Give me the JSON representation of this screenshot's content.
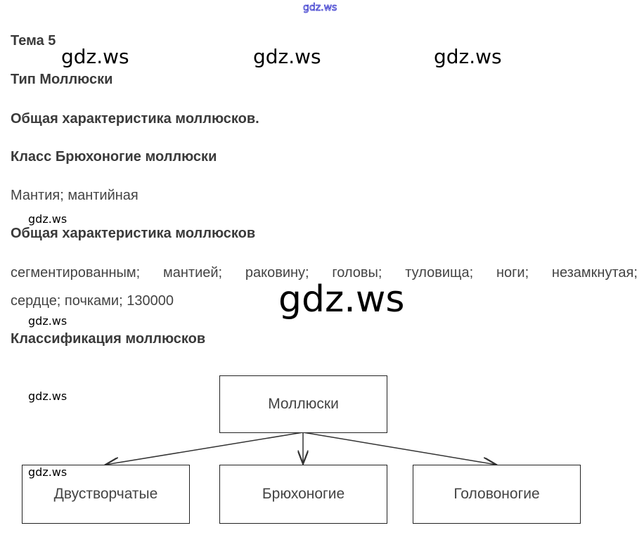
{
  "watermark": "gdz.ws",
  "headings": [
    "Тема 5",
    "Тип Моллюски",
    "Общая характеристика моллюсков.",
    "Класс Брюхоногие моллюски",
    "Общая характеристика моллюсков",
    "Классификация моллюсков"
  ],
  "answers": {
    "mantle": "Мантия; мантийная",
    "line1": [
      "сегментированным;",
      "мантией;",
      "раковину;",
      "головы;",
      "туловища;",
      "ноги;",
      "незамкнутая;"
    ],
    "line2": "сердце; почками; 130000"
  },
  "diagram": {
    "root": "Моллюски",
    "children": [
      "Двустворчатые",
      "Брюхоногие",
      "Головоногие"
    ]
  }
}
